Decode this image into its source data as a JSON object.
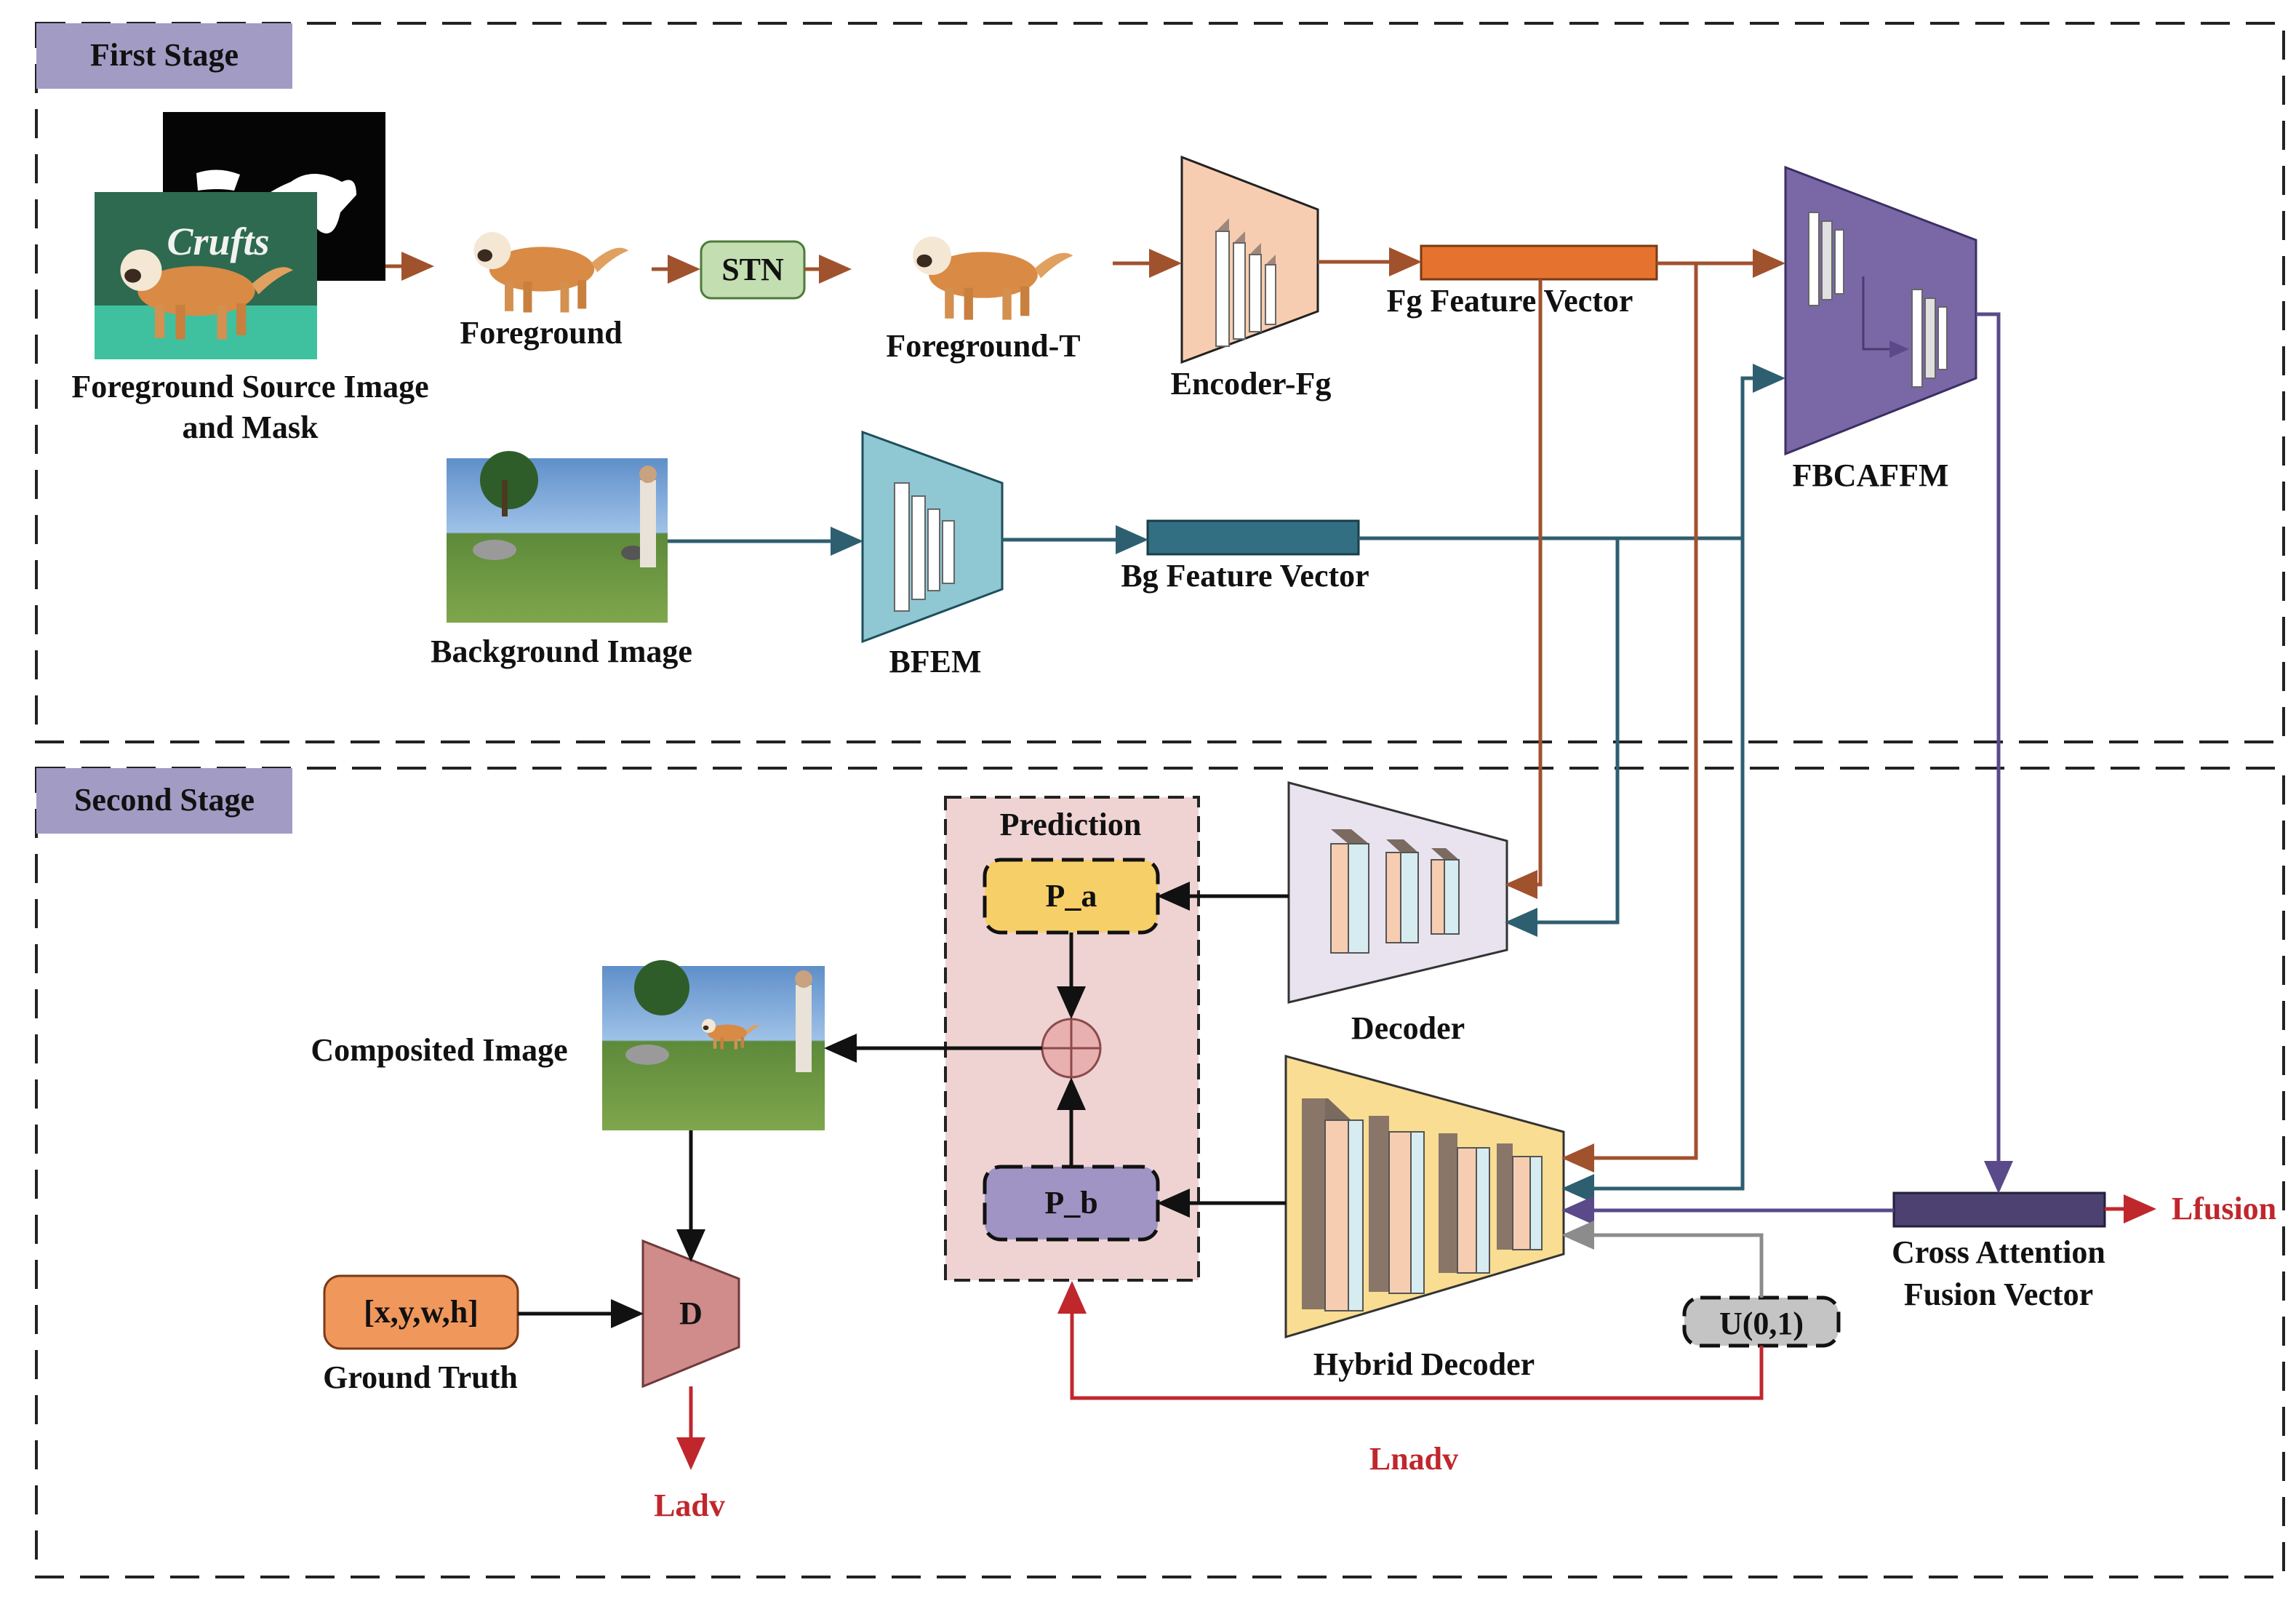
{
  "stages": {
    "first": "First Stage",
    "second": "Second Stage"
  },
  "images": {
    "fg_source": "Crufts",
    "fg_source_label_line1": "Foreground Source Image",
    "fg_source_label_line2": "and Mask",
    "foreground": "Foreground",
    "foreground_t": "Foreground-T",
    "background": "Background Image",
    "composited": "Composited Image"
  },
  "modules": {
    "stn": "STN",
    "encoder_fg": "Encoder-Fg",
    "bfem": "BFEM",
    "fbcaffm": "FBCAFFM",
    "decoder": "Decoder",
    "hybrid_decoder": "Hybrid Decoder",
    "discriminator": "D"
  },
  "vectors": {
    "fg": "Fg Feature Vector",
    "bg": "Bg Feature Vector",
    "cross_line1": "Cross Attention",
    "cross_line2": "Fusion Vector"
  },
  "prediction": {
    "title": "Prediction",
    "pa": "P_a",
    "pb": "P_b"
  },
  "inputs": {
    "ground_truth_box": "[x,y,w,h]",
    "ground_truth_label": "Ground Truth",
    "noise": "U(0,1)"
  },
  "losses": {
    "ladv": "Ladv",
    "lnadv": "Lnadv",
    "lfusion": "Lfusion"
  },
  "colors": {
    "fg_path": "#a0522d",
    "bg_path": "#2e5f70",
    "fusion_path": "#5b4a8a",
    "loss": "#c0272d",
    "noise_path": "#8c8c8c",
    "stage_tag": "#a29bc4",
    "prediction_bg": "#efd3d3",
    "pa_fill": "#f7cf68",
    "pb_fill": "#9f94c3",
    "stn_fill": "#c3deb0",
    "encoder_fill": "#f7cdb1",
    "bfem_fill": "#8fc7d3",
    "fbcaffm_fill": "#7a67a6",
    "decoder_fill": "#e8e3ef",
    "hybrid_fill": "#f8dd93",
    "disc_fill": "#d08b8b",
    "gt_fill": "#f0975c",
    "noise_fill": "#c4c4c4",
    "fg_vector": "#e5722e",
    "bg_vector": "#336f82",
    "cross_vector": "#4c4170"
  }
}
